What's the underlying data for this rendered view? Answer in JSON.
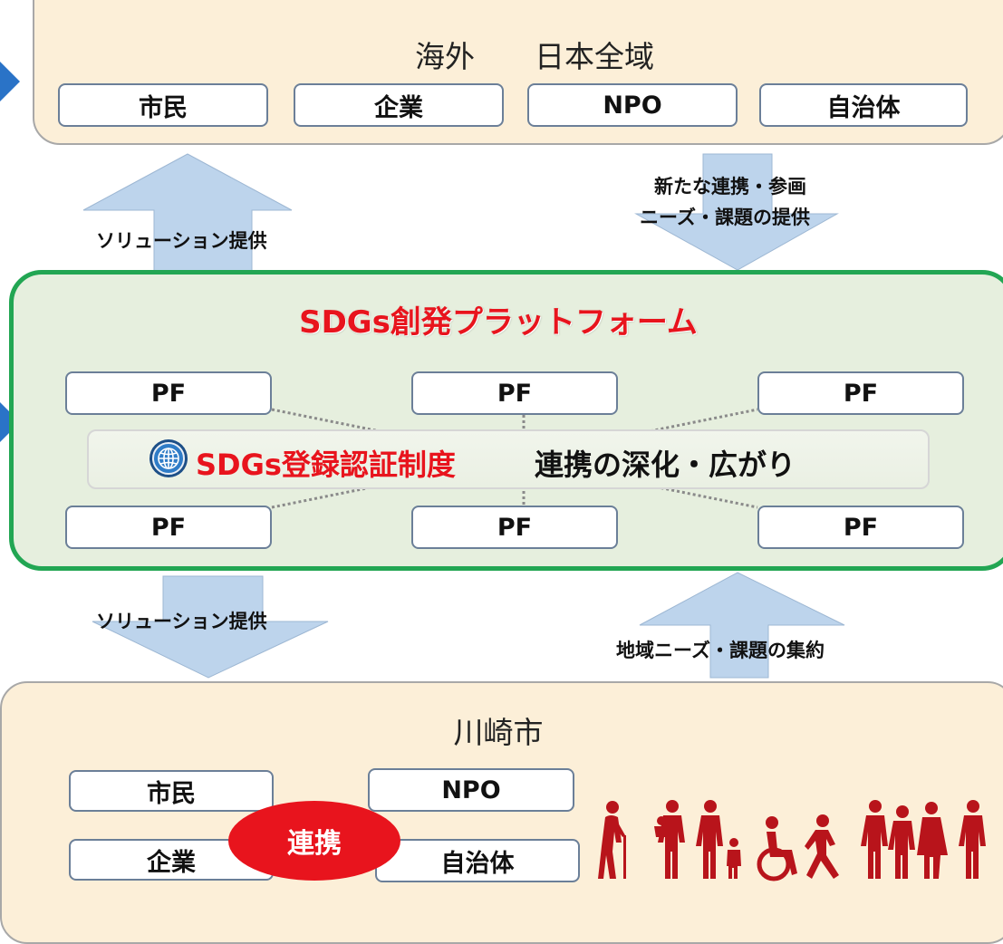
{
  "top": {
    "title": "海外　　日本全域",
    "boxes": [
      "市民",
      "企業",
      "NPO",
      "自治体"
    ]
  },
  "arrows": {
    "up_left_label": "ソリューション提供",
    "down_right_label_1": "新たな連携・参画",
    "down_right_label_2": "ニーズ・課題の提供",
    "down_left_label": "ソリューション提供",
    "up_right_label": "地域ニーズ・課題の集約"
  },
  "platform": {
    "title": "SDGs創発プラットフォーム",
    "pf_label": "PF",
    "cert_title": "SDGs登録認証制度",
    "cert_caption": "連携の深化・広がり"
  },
  "bottom": {
    "title": "川崎市",
    "boxes": [
      "市民",
      "NPO",
      "企業",
      "自治体"
    ],
    "badge": "連携"
  },
  "icons": {
    "globe": "globe-icon",
    "people": "people-group-icon"
  },
  "colors": {
    "accent_red": "#e8141d",
    "platform_border": "#22a653",
    "arrow_fill": "#bdd4ec",
    "side_marker": "#2a73c7",
    "people_red": "#b8141b"
  }
}
